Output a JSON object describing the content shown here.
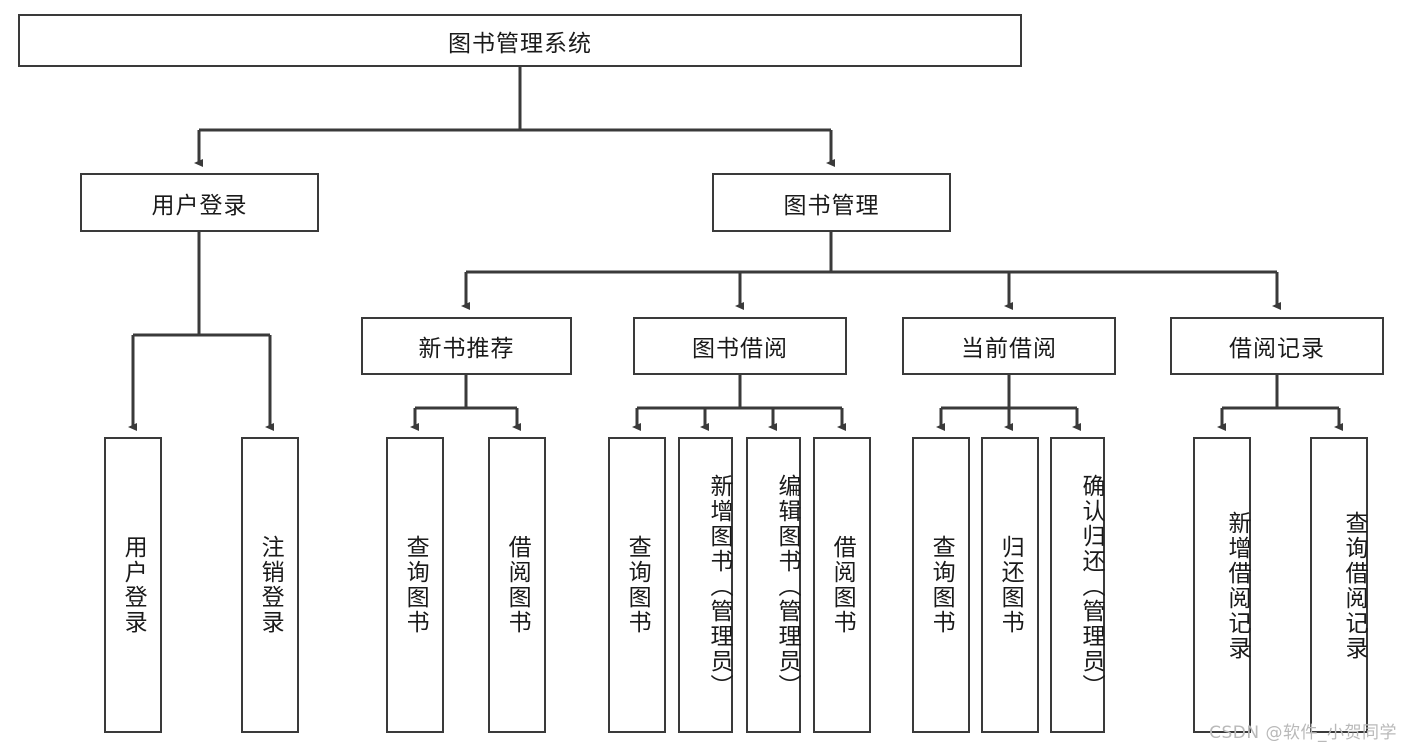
{
  "diagram": {
    "title": "图书管理系统",
    "type": "tree",
    "watermark": "CSDN @软件_小贺同学",
    "colors": {
      "box_border": "#3a3a3a",
      "box_fill": "#ffffff",
      "connector": "#3a3a3a",
      "text": "#1a1a1a",
      "watermark": "#b9b9b9"
    },
    "root": {
      "label": "图书管理系统"
    },
    "level2": [
      {
        "label": "用户登录"
      },
      {
        "label": "图书管理"
      }
    ],
    "level3": [
      {
        "label": "新书推荐"
      },
      {
        "label": "图书借阅"
      },
      {
        "label": "当前借阅"
      },
      {
        "label": "借阅记录"
      }
    ],
    "leaves": {
      "user_login": [
        {
          "label": "用户登录"
        },
        {
          "label": "注销登录"
        }
      ],
      "new_book_recommend": [
        {
          "label": "查询图书"
        },
        {
          "label": "借阅图书"
        }
      ],
      "book_borrow": [
        {
          "label": "查询图书"
        },
        {
          "label": "新增图书（管理员）"
        },
        {
          "label": "编辑图书（管理员）"
        },
        {
          "label": "借阅图书"
        }
      ],
      "current_borrow": [
        {
          "label": "查询图书"
        },
        {
          "label": "归还图书"
        },
        {
          "label": "确认归还（管理员）"
        }
      ],
      "borrow_record": [
        {
          "label": "新增借阅记录"
        },
        {
          "label": "查询借阅记录"
        }
      ]
    }
  }
}
